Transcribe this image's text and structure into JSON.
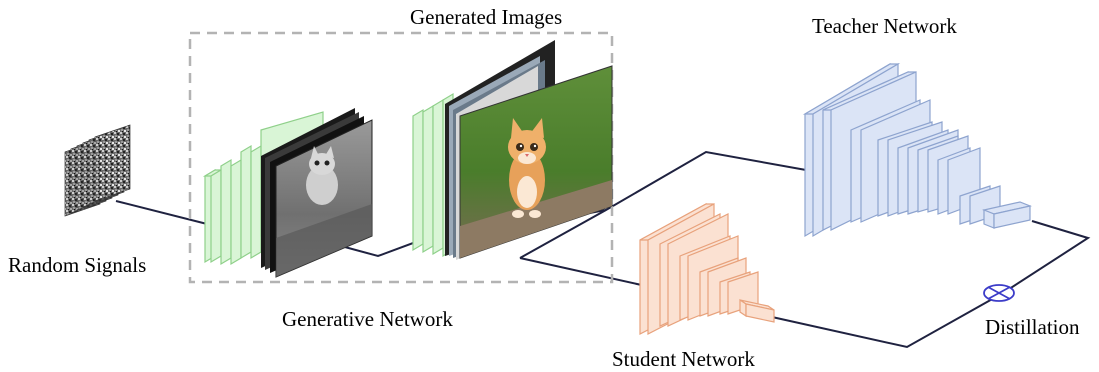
{
  "labels": {
    "random_signals": "Random Signals",
    "generated_images": "Generated Images",
    "generative_network": "Generative Network",
    "teacher_network": "Teacher Network",
    "student_network": "Student Network",
    "distillation": "Distillation"
  },
  "colors": {
    "connector": "#1f2240",
    "generator_layer": "#d9f5d6",
    "generator_layer_edge": "#8fd08a",
    "teacher_layer": "#dbe4f6",
    "teacher_layer_edge": "#8ea4cf",
    "student_layer": "#fbe1d2",
    "student_layer_edge": "#e8a27c",
    "dashed_box": "#b3b3b3",
    "distillation_symbol": "#3c3cc8"
  },
  "icons": {
    "noise_stack": "random-noise-images",
    "grayscale_image": "grayscale-kitten-photo",
    "color_image": "color-kitten-photo",
    "operator": "circle-times-operator"
  }
}
